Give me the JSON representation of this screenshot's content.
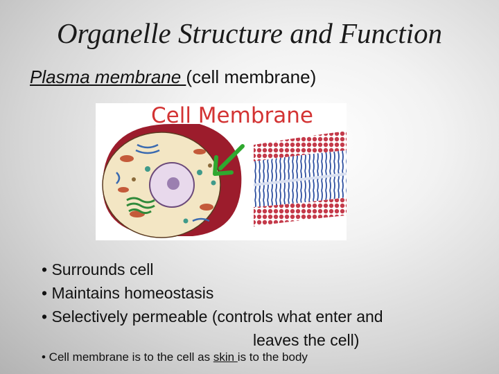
{
  "slide": {
    "title": "Organelle Structure and Function",
    "subtitle_term": "Plasma membrane ",
    "subtitle_rest": "(cell membrane)"
  },
  "figure": {
    "caption": "Cell Membrane"
  },
  "bullets": [
    "• Surrounds cell",
    "• Maintains homeostasis",
    "• Selectively permeable (controls what enter and",
    "leaves the cell)"
  ],
  "footnote": {
    "before": "• Cell membrane is to the cell as ",
    "key": "skin ",
    "after": "is to the body"
  },
  "colors": {
    "membrane": "#9c1c2c",
    "arrow": "#2fa82f",
    "caption": "#d33333",
    "bilayer_blue": "#2d4fa0"
  }
}
